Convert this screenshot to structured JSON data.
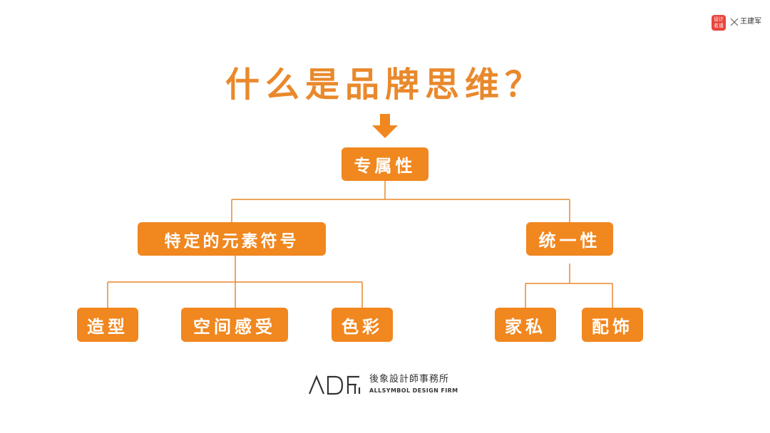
{
  "brand": {
    "badge_line1": "设计",
    "badge_line2": "名道",
    "author": "王建军"
  },
  "title": "什么是品牌思维？",
  "tree": {
    "root": "专属性",
    "left": {
      "label": "特定的元素符号",
      "children": [
        "造型",
        "空间感受",
        "色彩"
      ]
    },
    "right": {
      "label": "统一性",
      "children": [
        "家私",
        "配饰"
      ]
    }
  },
  "footer": {
    "logo_mark": "ADF",
    "name_cn": "後象設計師事務所",
    "name_en": "ALLSYMBOL DESIGN FIRM"
  },
  "colors": {
    "accent": "#f0871f",
    "title": "#e9892c",
    "line": "#e9892c"
  }
}
